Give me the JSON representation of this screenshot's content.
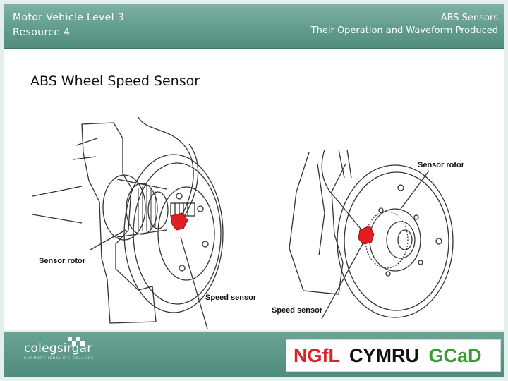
{
  "header": {
    "left_line1": "Motor Vehicle Level 3",
    "left_line2": "Resource 4",
    "right_line1": "ABS Sensors",
    "right_line2": "Their Operation and Waveform Produced"
  },
  "main": {
    "title": "ABS Wheel Speed Sensor",
    "left_figure": {
      "label_rotor": "Sensor rotor",
      "label_sensor": "Speed sensor"
    },
    "right_figure": {
      "label_rotor": "Sensor rotor",
      "label_sensor": "Speed sensor"
    }
  },
  "footer": {
    "logo_left_text": "colegsirgâr",
    "logo_left_sub": "CARMARTHENSHIRE COLLEGE",
    "logo_right": {
      "part1": "NGfL",
      "part2": "CYMRU",
      "part3": "GCaD"
    }
  },
  "colors": {
    "header": "#5f9a8c",
    "footer": "#5a9588",
    "sensor_highlight": "#e02020",
    "ngfl_red": "#d9232a",
    "gcad_green": "#3a9a3a"
  }
}
